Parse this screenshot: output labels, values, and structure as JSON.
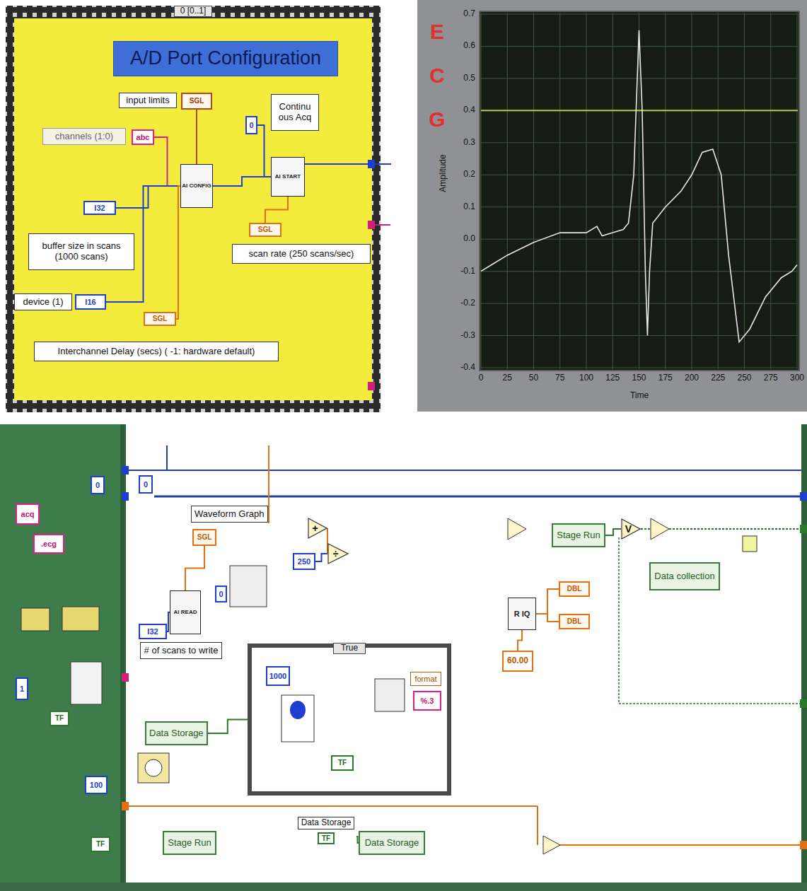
{
  "diagram": {
    "nodes": [
      {
        "text": [
          "0 [0..1]"
        ]
      },
      {
        "text": [
          "A/D Port Configuration"
        ],
        "in": 0
      },
      {
        "text": [
          "input limits"
        ],
        "in": 0
      },
      {
        "text": [
          "SGL"
        ],
        "in": 0
      },
      {
        "text": [
          "Continu ous Acq"
        ],
        "in": 0
      },
      {
        "text": [
          "0"
        ],
        "in": 0
      },
      {
        "text": [
          "channels (1:0)"
        ],
        "in": 0
      },
      {
        "text": [
          "abc"
        ],
        "in": 0
      },
      {
        "text": [
          "AI CONFIG"
        ],
        "in": 0
      },
      {
        "text": [
          "AI START"
        ],
        "in": 0
      },
      {
        "text": [
          "I32"
        ],
        "in": 0
      },
      {
        "text": [
          "buffer size in scans (1000 scans)"
        ],
        "in": 0
      },
      {
        "text": [
          "SGL"
        ],
        "in": 0
      },
      {
        "text": [
          "scan rate (250 scans/sec)"
        ],
        "in": 0
      },
      {
        "text": [
          "device (1)"
        ],
        "in": 0
      },
      {
        "text": [
          "I16"
        ],
        "in": 0
      },
      {
        "text": [
          "SGL"
        ],
        "in": 0
      },
      {
        "text": [
          "Interchannel Delay (secs) ( -1: hardware default)"
        ],
        "in": 0
      },
      {
        "text": [
          "acq"
        ]
      },
      {
        "text": [
          ".ecg"
        ]
      },
      {
        "text": [
          "1"
        ]
      },
      {
        "text": [
          "TF"
        ]
      },
      {
        "text": [
          "100"
        ]
      },
      {
        "text": [
          "TF"
        ]
      },
      {
        "text": [
          "0"
        ]
      },
      {
        "text": [
          "0"
        ]
      },
      {
        "text": [
          "Waveform Graph"
        ]
      },
      {
        "text": [
          "SGL"
        ]
      },
      {
        "text": [
          "+"
        ]
      },
      {
        "text": [
          "÷"
        ]
      },
      {
        "text": [
          "250"
        ]
      },
      {
        "text": [
          "0"
        ]
      },
      {
        "text": [
          "AI READ"
        ]
      },
      {
        "text": [
          "I32"
        ]
      },
      {
        "text": [
          "# of scans to write"
        ]
      },
      {
        "text": [
          "True"
        ]
      },
      {
        "text": [
          "1000"
        ],
        "in": 35
      },
      {
        "text": [
          "format"
        ],
        "in": 35
      },
      {
        "text": [
          "%.3"
        ],
        "in": 35
      },
      {
        "text": [
          "TF"
        ],
        "in": 35
      },
      {
        "text": [
          "Data Storage"
        ]
      },
      {
        "text": [
          "Stage Run"
        ]
      },
      {
        "text": [
          "V"
        ]
      },
      {
        "text": [
          "R IQ"
        ]
      },
      {
        "text": [
          "DBL"
        ]
      },
      {
        "text": [
          "DBL"
        ]
      },
      {
        "text": [
          "60.00"
        ]
      },
      {
        "text": [
          "Data collection"
        ]
      },
      {
        "text": [
          "Stage Run"
        ]
      },
      {
        "text": [
          "Data Storage",
          "TF"
        ]
      },
      {
        "text": [
          "Data Storage"
        ]
      }
    ],
    "edges": [
      {
        "from": 3,
        "to": 8,
        "arrow": "none"
      },
      {
        "from": 7,
        "to": 8,
        "arrow": "none"
      },
      {
        "from": 10,
        "to": 8,
        "arrow": "none"
      },
      {
        "from": 15,
        "to": 8,
        "arrow": "none"
      },
      {
        "from": 16,
        "to": 8,
        "arrow": "none"
      },
      {
        "from": 8,
        "to": 9,
        "arrow": "none"
      },
      {
        "from": 5,
        "to": 9,
        "arrow": "none"
      },
      {
        "from": 12,
        "to": 9,
        "arrow": "none"
      },
      {
        "from": 33,
        "to": 32,
        "arrow": "none"
      },
      {
        "from": 32,
        "to": 27,
        "arrow": "none"
      },
      {
        "from": 30,
        "to": 29,
        "arrow": "none"
      },
      {
        "from": 28,
        "to": 29,
        "arrow": "none"
      },
      {
        "from": 40,
        "to": 35,
        "arrow": "none"
      },
      {
        "from": 46,
        "to": 43,
        "arrow": "none"
      },
      {
        "from": 43,
        "to": 44,
        "arrow": "none"
      },
      {
        "from": 43,
        "to": 45,
        "arrow": "none"
      },
      {
        "from": 41,
        "to": 42,
        "arrow": "none"
      },
      {
        "from": 49,
        "to": 50,
        "arrow": "none"
      }
    ],
    "labels": [
      "ECG",
      "Amplitude",
      "Time",
      "0.7",
      "0.6",
      "0.5",
      "0.4",
      "0.3",
      "0.2",
      "0.1",
      "0.0",
      "-0.1",
      "-0.2",
      "-0.3",
      "-0.4",
      "0",
      "25",
      "50",
      "75",
      "100",
      "125",
      "150",
      "175",
      "200",
      "225",
      "250",
      "275",
      "300"
    ]
  }
}
